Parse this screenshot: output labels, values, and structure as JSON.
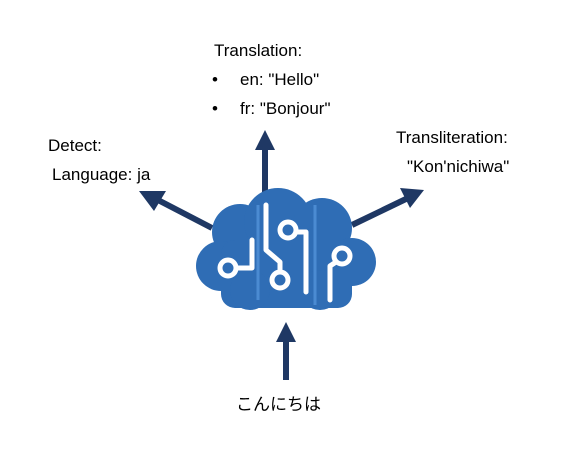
{
  "detect": {
    "heading": "Detect:",
    "language_line": "Language: ja"
  },
  "translation": {
    "heading": "Translation:",
    "items": [
      "en: \"Hello\"",
      "fr: \"Bonjour\""
    ]
  },
  "transliteration": {
    "heading": "Transliteration:",
    "value": "\"Kon'nichiwa\""
  },
  "input": {
    "text": "こんにちは"
  },
  "colors": {
    "cloud": "#2f6db5",
    "arrow": "#1f3864",
    "circuit": "#ffffff"
  },
  "icons": {
    "center": "cognitive-brain-cloud-icon"
  }
}
